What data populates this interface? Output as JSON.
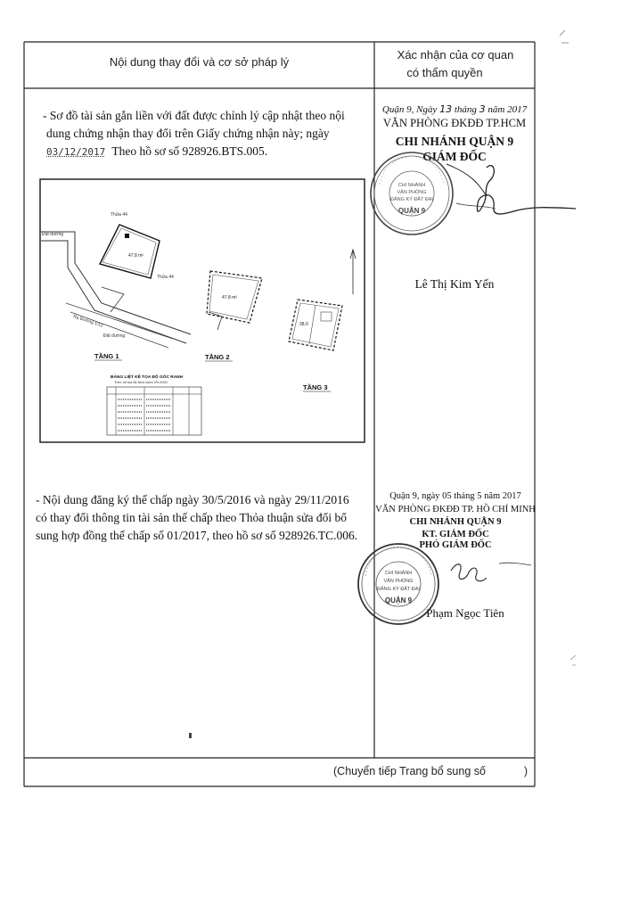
{
  "header": {
    "left_col_title": "Nội dung thay đổi và cơ sở pháp lý",
    "right_col_title_line1": "Xác nhận của cơ quan",
    "right_col_title_line2": "có thẩm quyền"
  },
  "entry1": {
    "text_line1": "- Sơ đồ tài sản gắn liền với đất được chỉnh lý cập nhật theo nội",
    "text_line2": "dung chứng nhận thay đổi trên Giấy chứng nhận này; ngày",
    "date_handwritten": "03/12/2017",
    "text_line3_suffix": "Theo hồ sơ số 928926.BTS.005.",
    "plan": {
      "floor1_label": "TẦNG 1",
      "floor2_label": "TẦNG 2",
      "floor3_label": "TẦNG 3",
      "coord_table_title": "BẢNG LIỆT KÊ TỌA ĐỘ GÓC RANH",
      "coord_table_subtitle": "Theo hệ tọa độ Nhà nước VN-2000"
    },
    "confirmation": {
      "date_line_prefix": "Quận 9, Ngày",
      "day": "13",
      "month_word": "tháng",
      "month": "3",
      "year_part": "năm 2017",
      "office": "VĂN PHÒNG ĐKĐĐ TP.HCM",
      "branch": "CHI NHÁNH QUẬN 9",
      "position": "GIÁM ĐỐC",
      "signer": "Lê Thị Kim Yến",
      "stamp_center": "CHI NHÁNH VĂN PHÒNG ĐĂNG KÝ ĐẤT ĐAI",
      "stamp_bottom": "QUẬN 9"
    }
  },
  "entry2": {
    "text_line1": "- Nội dung đăng ký thế chấp ngày 30/5/2016 và ngày 29/11/2016",
    "text_line2": "có thay đổi thông tin tài sản thế chấp theo Thỏa thuận sửa đổi bổ",
    "text_line3": "sung hợp đồng thế chấp số 01/2017, theo hồ sơ số 928926.TC.006.",
    "confirmation": {
      "date_line": "Quận 9, ngày 05 tháng 5 năm 2017",
      "office": "VĂN PHÒNG ĐKĐĐ TP. HỒ CHÍ MINH",
      "branch": "CHI NHÁNH QUẬN 9",
      "kt": "KT. GIÁM ĐỐC",
      "position": "PHÓ GIÁM ĐỐC",
      "signer": "Phạm Ngọc Tiên",
      "stamp_center": "CHI NHÁNH VĂN PHÒNG ĐĂNG KÝ ĐẤT ĐAI",
      "stamp_bottom": "QUẬN 9"
    }
  },
  "footer": {
    "continuation": "(Chuyển tiếp Trang bổ sung số",
    "close_paren": ")"
  }
}
